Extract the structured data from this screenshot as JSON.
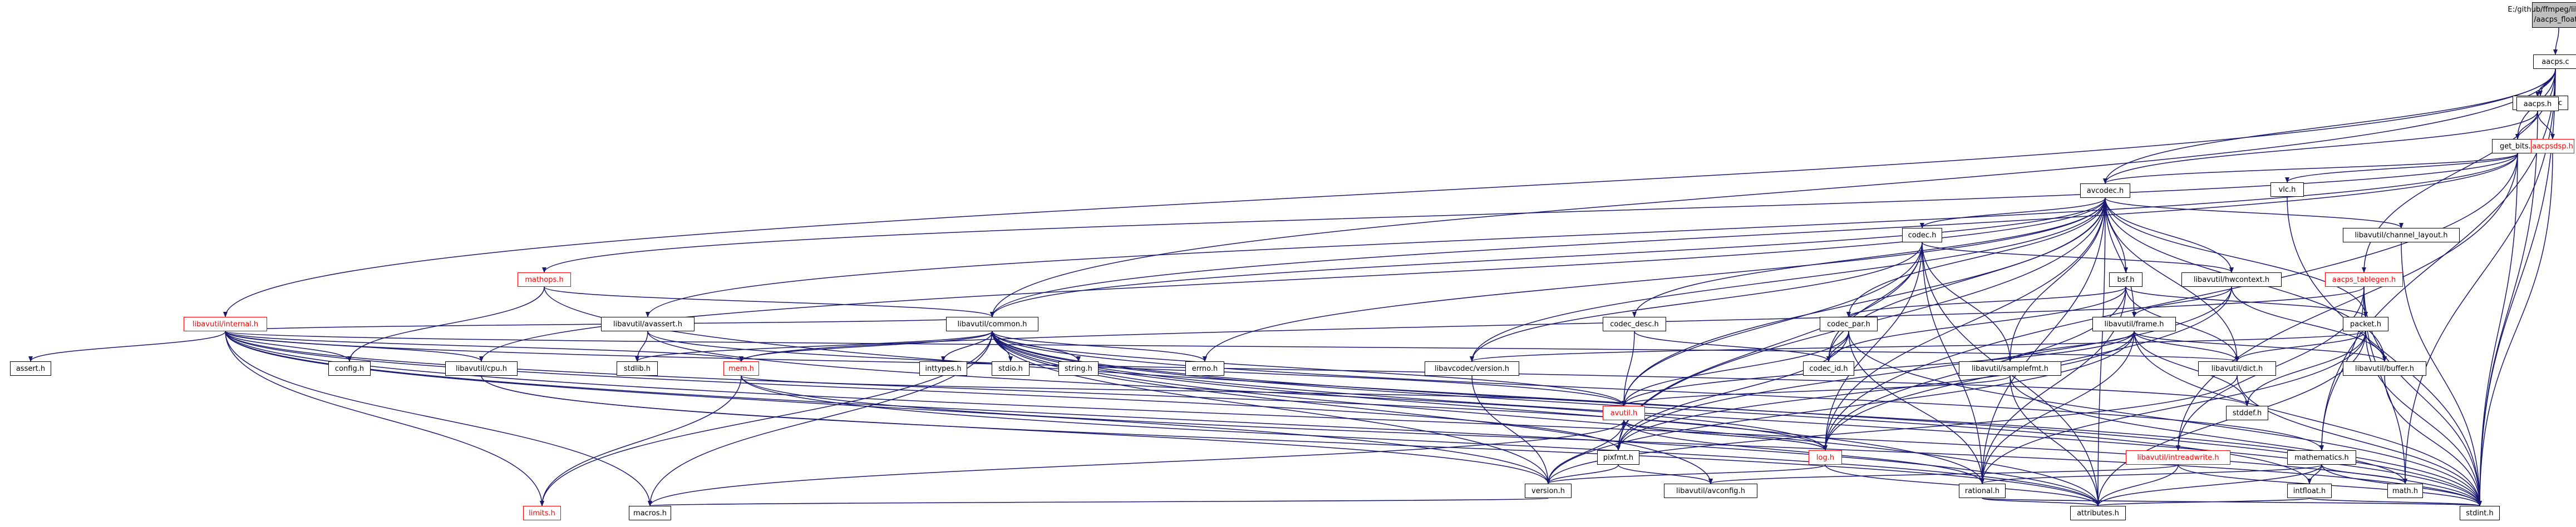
{
  "colors": {
    "edge": "#191970",
    "node_border": "#000000",
    "missing_border": "#ff0000",
    "root_fill": "#bfbfbf",
    "background": "#ffffff"
  },
  "nodes": {
    "root": {
      "line1": "E:/github/ffmpeg/libavcodec",
      "line2": "/aacps_float.c"
    },
    "aacps_c": {
      "label": "aacps.c"
    },
    "aacpsdata_c": {
      "label": "aacpsdata.c"
    },
    "aacps_h": {
      "label": "aacps.h"
    },
    "get_bits_h": {
      "label": "get_bits.h"
    },
    "aacpsdsp_h": {
      "label": "aacpsdsp.h"
    },
    "avcodec_h": {
      "label": "avcodec.h"
    },
    "vlc_h": {
      "label": "vlc.h"
    },
    "aacps_tablegen_h": {
      "label": "aacps_tablegen.h"
    },
    "mathops_h": {
      "label": "mathops.h"
    },
    "internal_h": {
      "label": "libavutil/internal.h"
    },
    "codec_h": {
      "label": "codec.h"
    },
    "bsf_h": {
      "label": "bsf.h"
    },
    "channel_layout_h": {
      "label": "libavutil/channel_layout.h"
    },
    "avassert_h": {
      "label": "libavutil/avassert.h"
    },
    "common_h": {
      "label": "libavutil/common.h"
    },
    "hwcontext_h": {
      "label": "libavutil/hwcontext.h"
    },
    "codec_desc_h": {
      "label": "codec_desc.h"
    },
    "codec_par_h": {
      "label": "codec_par.h"
    },
    "frame_h": {
      "label": "libavutil/frame.h"
    },
    "packet_h": {
      "label": "packet.h"
    },
    "assert_h": {
      "label": "assert.h"
    },
    "config_h": {
      "label": "config.h"
    },
    "cpu_h": {
      "label": "libavutil/cpu.h"
    },
    "mem_h": {
      "label": "mem.h"
    },
    "stdlib_h": {
      "label": "stdlib.h"
    },
    "inttypes_h": {
      "label": "inttypes.h"
    },
    "stdio_h": {
      "label": "stdio.h"
    },
    "string_h": {
      "label": "string.h"
    },
    "errno_h": {
      "label": "errno.h"
    },
    "avcodec_version_h": {
      "label": "libavcodec/version.h"
    },
    "codec_id_h": {
      "label": "codec_id.h"
    },
    "samplefmt_h": {
      "label": "libavutil/samplefmt.h"
    },
    "dict_h": {
      "label": "libavutil/dict.h"
    },
    "buffer_h": {
      "label": "libavutil/buffer.h"
    },
    "stddef_h": {
      "label": "stddef.h"
    },
    "avutil_h": {
      "label": "avutil.h"
    },
    "log_h": {
      "label": "log.h"
    },
    "intreadwrite_h": {
      "label": "libavutil/intreadwrite.h"
    },
    "mathematics_h": {
      "label": "mathematics.h"
    },
    "pixfmt_h": {
      "label": "pixfmt.h"
    },
    "version_h": {
      "label": "version.h"
    },
    "rational_h": {
      "label": "rational.h"
    },
    "math_h": {
      "label": "math.h"
    },
    "avconfig_h": {
      "label": "libavutil/avconfig.h"
    },
    "intfloat_h": {
      "label": "intfloat.h"
    },
    "bmits_h": {
      "label": "limits.h"
    },
    "macros_h": {
      "label": "macros.h"
    },
    "attributes_h": {
      "label": "attributes.h"
    },
    "stdint_h": {
      "label": "stdint.h"
    }
  }
}
